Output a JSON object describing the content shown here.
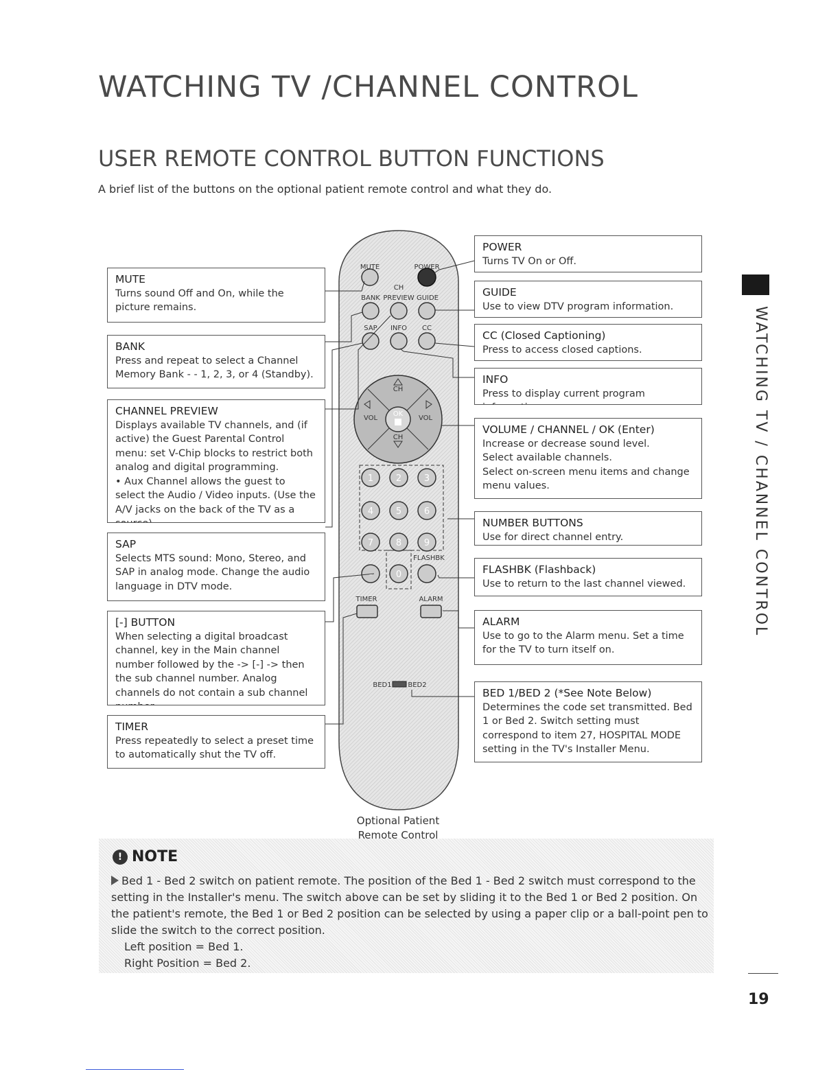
{
  "header": {
    "title": "WATCHING TV /CHANNEL CONTROL",
    "subtitle": "USER REMOTE CONTROL BUTTON FUNCTIONS",
    "intro": "A brief list of the buttons on the optional patient remote control and what they do."
  },
  "side_tab": "WATCHING TV / CHANNEL CONTROL",
  "left_items": [
    {
      "title": "MUTE",
      "desc": "Turns sound Off and On, while the picture remains."
    },
    {
      "title": "BANK",
      "desc": "Press and repeat to select a Channel Memory Bank - - 1, 2, 3, or 4 (Standby)."
    },
    {
      "title": "CHANNEL PREVIEW",
      "desc": "Displays available TV channels, and (if active) the Guest Parental Control menu: set V-Chip blocks to restrict both analog and digital programming.\n• Aux Channel allows the guest to select the Audio / Video inputs. (Use the A/V jacks on the back of the TV as a source)."
    },
    {
      "title": "SAP",
      "desc": "Selects MTS sound: Mono, Stereo, and SAP in analog mode. Change the audio language in DTV mode."
    },
    {
      "title": "[-] BUTTON",
      "desc": "When selecting a digital broadcast channel, key in the Main channel number followed by the -> [-] -> then the sub channel number. Analog channels do not contain a sub channel number."
    },
    {
      "title": "TIMER",
      "desc": "Press repeatedly to select a preset time to automatically shut the TV off."
    }
  ],
  "right_items": [
    {
      "title": "POWER",
      "desc": "Turns TV On or Off."
    },
    {
      "title": "GUIDE",
      "desc": "Use to view DTV program information."
    },
    {
      "title": "CC (Closed Captioning)",
      "desc": "Press to access closed captions."
    },
    {
      "title": "INFO",
      "desc": "Press to display current program information."
    },
    {
      "title": "VOLUME / CHANNEL / OK (Enter)",
      "desc": "Increase or decrease sound level.\nSelect available channels.\nSelect on-screen menu items and change menu values."
    },
    {
      "title": "NUMBER BUTTONS",
      "desc": "Use for direct channel entry."
    },
    {
      "title": "FLASHBK (Flashback)",
      "desc": "Use to return to the last channel viewed."
    },
    {
      "title": "ALARM",
      "desc": "Use to go to the Alarm menu. Set a time for the TV to turn itself on."
    },
    {
      "title": "BED 1/BED 2 (*See Note Below)",
      "desc": "Determines the code set transmitted. Bed 1 or Bed 2. Switch setting must correspond to item 27, HOSPITAL MODE setting in the TV's Installer Menu."
    }
  ],
  "remote": {
    "labels": {
      "mute": "MUTE",
      "power": "POWER",
      "ch": "CH",
      "bank": "BANK",
      "preview": "PREVIEW",
      "guide": "GUIDE",
      "sap": "SAP",
      "info": "INFO",
      "cc": "CC",
      "vol": "VOL",
      "ok": "OK",
      "flashbk": "FLASHBK",
      "timer": "TIMER",
      "alarm": "ALARM",
      "bed1": "BED1",
      "bed2": "BED2"
    },
    "digits": [
      "1",
      "2",
      "3",
      "4",
      "5",
      "6",
      "7",
      "8",
      "9",
      "-",
      "0"
    ]
  },
  "caption": "Optional Patient\nRemote Control",
  "note": {
    "title": "NOTE",
    "lines": [
      "Bed 1 - Bed 2 switch on patient remote. The position of the Bed 1 - Bed 2 switch must correspond to the setting in the Installer's menu. The switch above can be set by sliding it to the Bed 1 or Bed 2 position. On the patient's remote, the Bed 1 or Bed 2 position can be selected by using a paper clip or a ball-point pen to slide the switch to the correct position.",
      "Left position = Bed 1.",
      "Right Position = Bed 2."
    ]
  },
  "page_number": "19"
}
